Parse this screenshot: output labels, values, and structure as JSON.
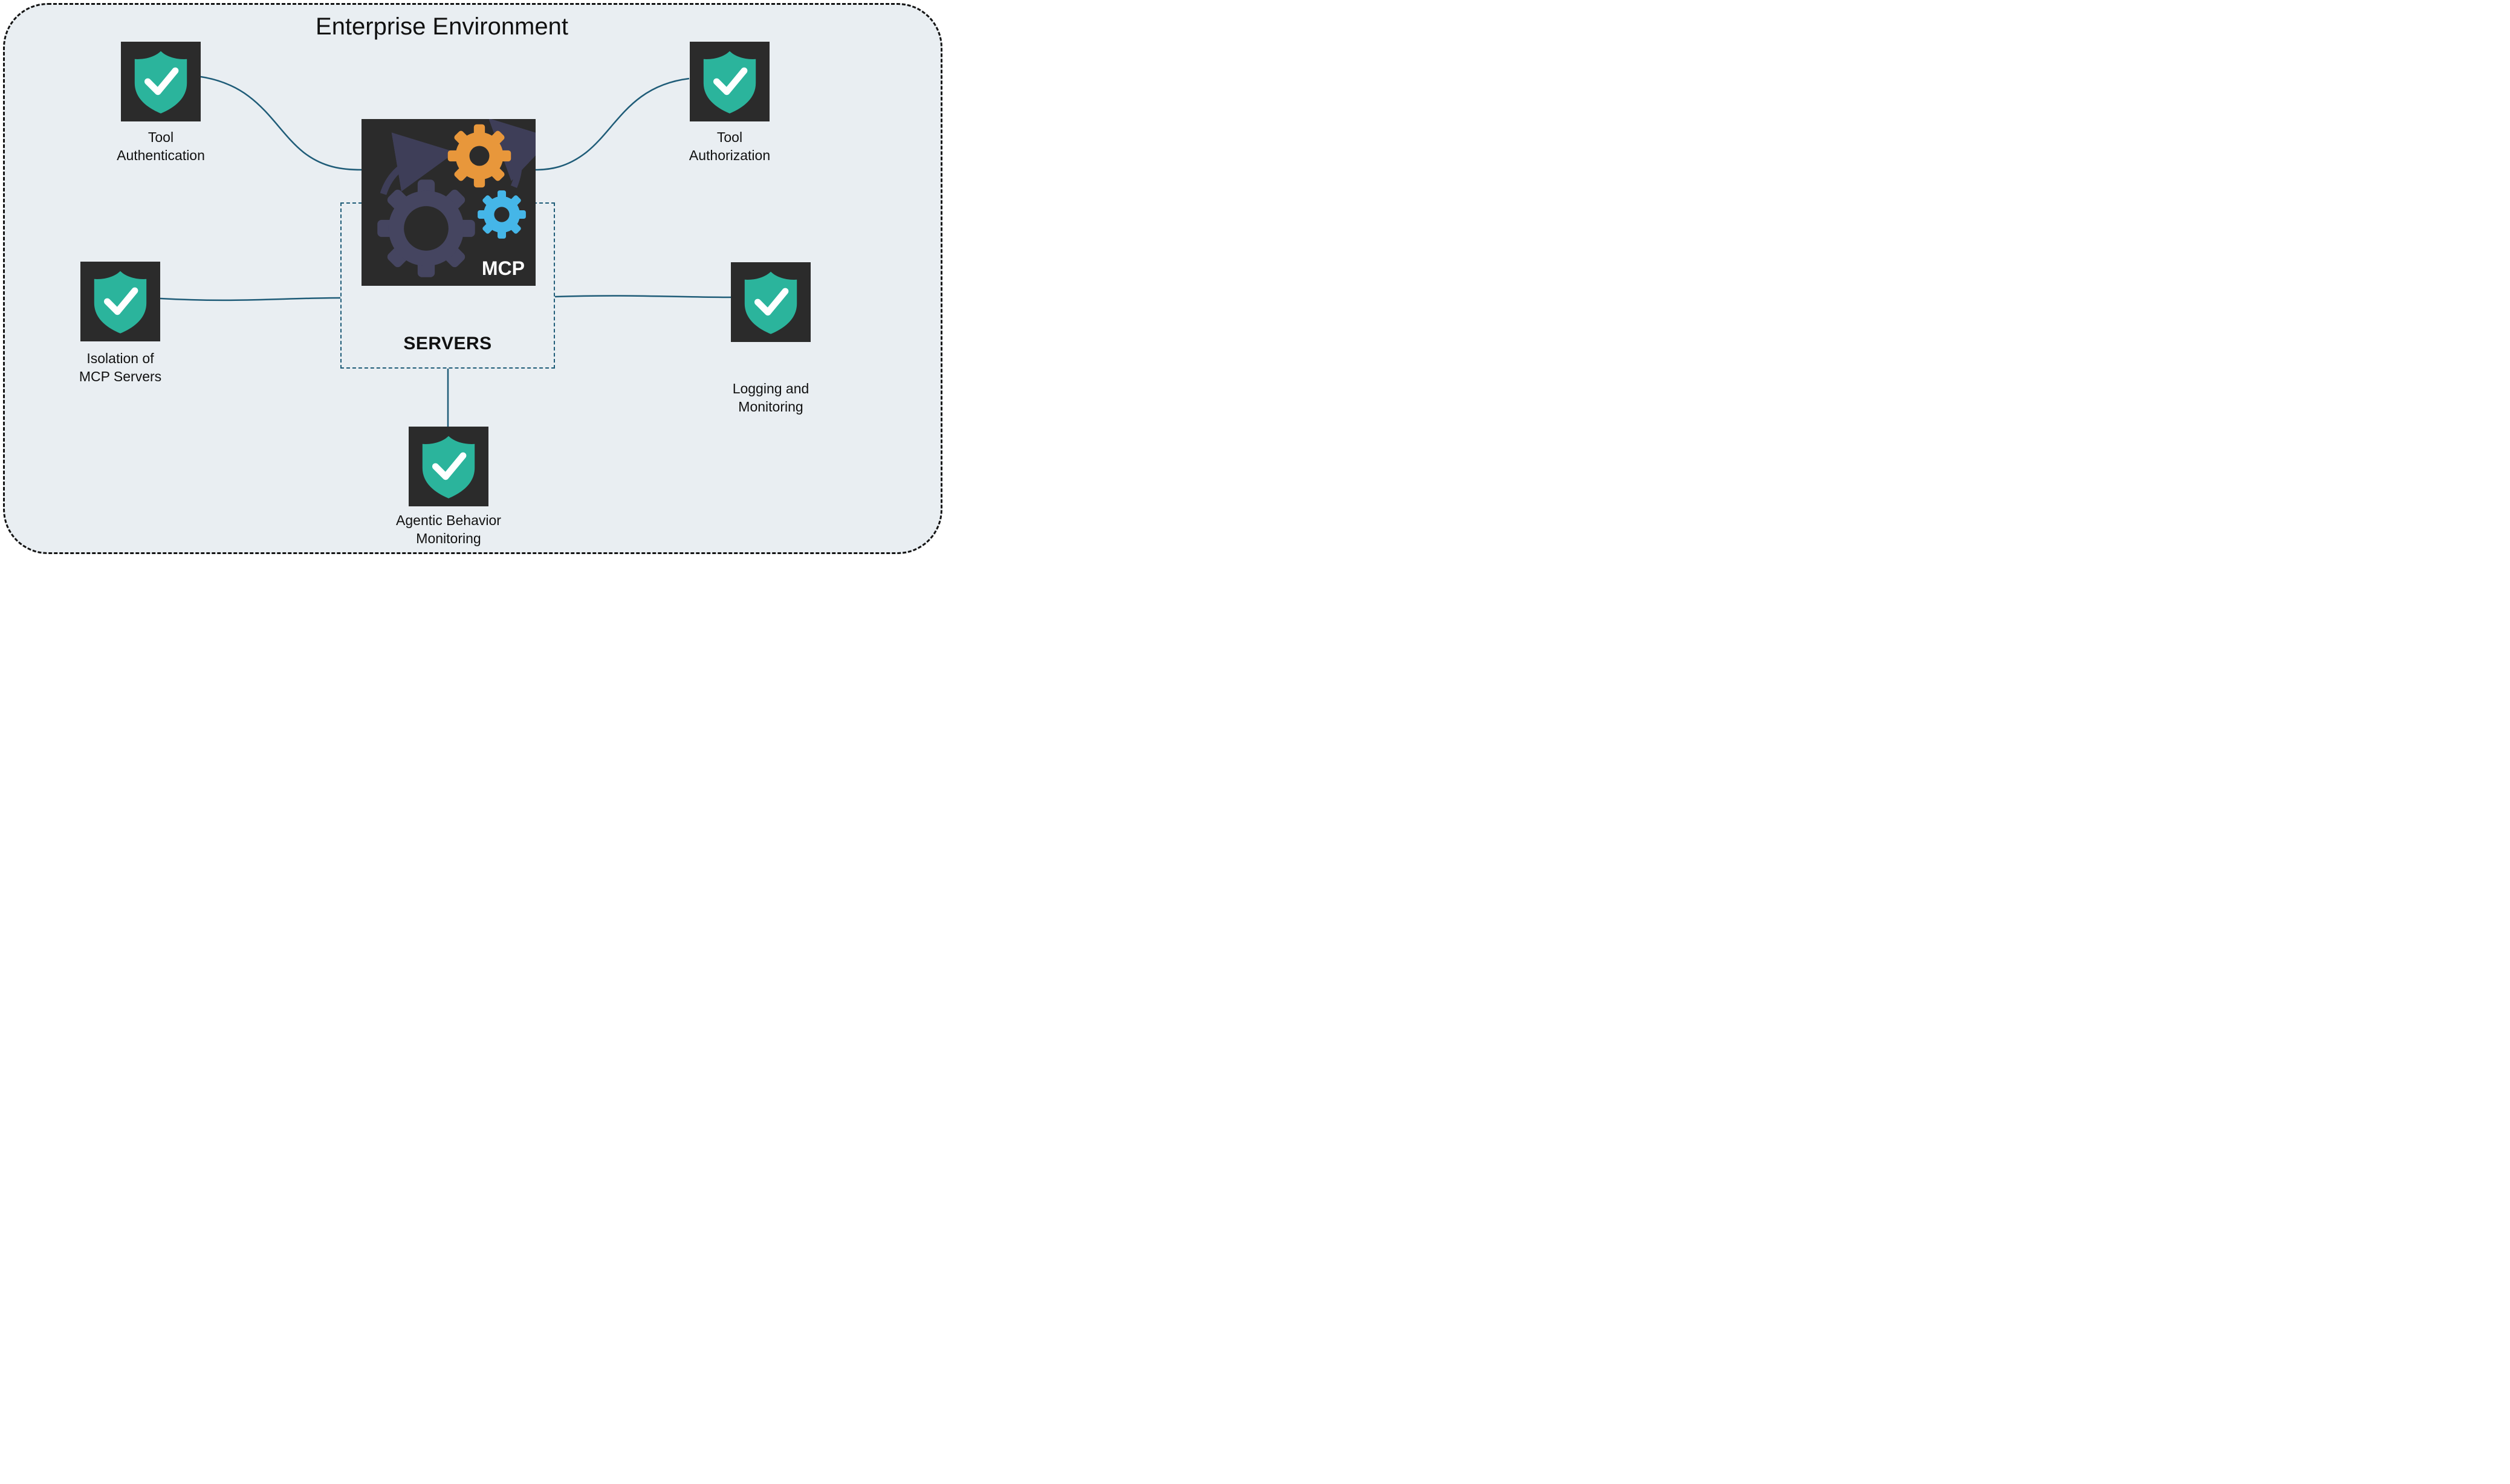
{
  "diagram": {
    "title": "Enterprise Environment",
    "center": {
      "mcp_label": "MCP",
      "servers_label": "SERVERS"
    },
    "nodes": [
      {
        "name": "tool-authentication",
        "line1": "Tool",
        "line2": "Authentication"
      },
      {
        "name": "tool-authorization",
        "line1": "Tool",
        "line2": "Authorization"
      },
      {
        "name": "isolation-of-mcp-servers",
        "line1": "Isolation of",
        "line2": "MCP Servers"
      },
      {
        "name": "logging-and-monitoring",
        "line1": "Logging and",
        "line2": "Monitoring"
      },
      {
        "name": "agentic-behavior-monitoring",
        "line1": "Agentic Behavior",
        "line2": "Monitoring"
      }
    ],
    "colors": {
      "panel_bg": "#e9eef2",
      "boundary_border": "#141414",
      "dark_tile": "#2b2b2b",
      "shield_teal": "#2bb49c",
      "connector_line": "#1f5c78",
      "gear_slate": "#454560",
      "gear_orange": "#e8973b",
      "gear_blue": "#45b6e8"
    }
  }
}
